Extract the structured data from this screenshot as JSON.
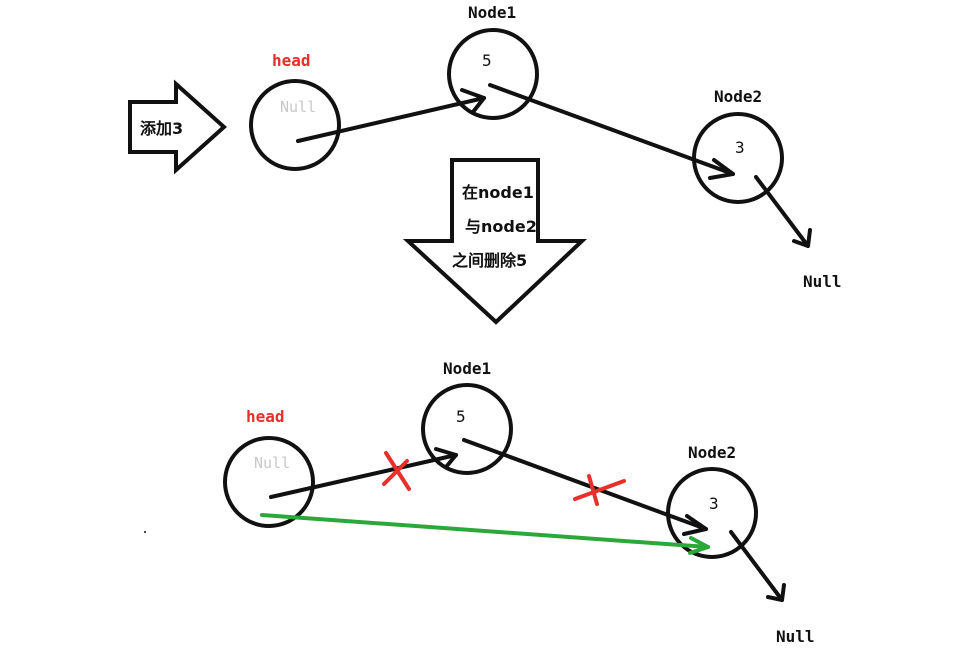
{
  "colors": {
    "stroke": "#111111",
    "head": "#e8302b",
    "null_inside": "#c8c8c8",
    "cross": "#e8302b",
    "new_link": "#2aa83a"
  },
  "top": {
    "head_label": "head",
    "head_null": "Null",
    "add_arrow_text": "添加3",
    "node1": {
      "label": "Node1",
      "value": "5"
    },
    "node2": {
      "label": "Node2",
      "value": "3"
    },
    "tail_null": "Null"
  },
  "transition": {
    "lines": [
      "在node1",
      "与node2",
      "之间删除5"
    ]
  },
  "bottom": {
    "head_label": "head",
    "head_null": "Null",
    "node1": {
      "label": "Node1",
      "value": "5"
    },
    "node2": {
      "label": "Node2",
      "value": "3"
    },
    "tail_null": "Null"
  }
}
